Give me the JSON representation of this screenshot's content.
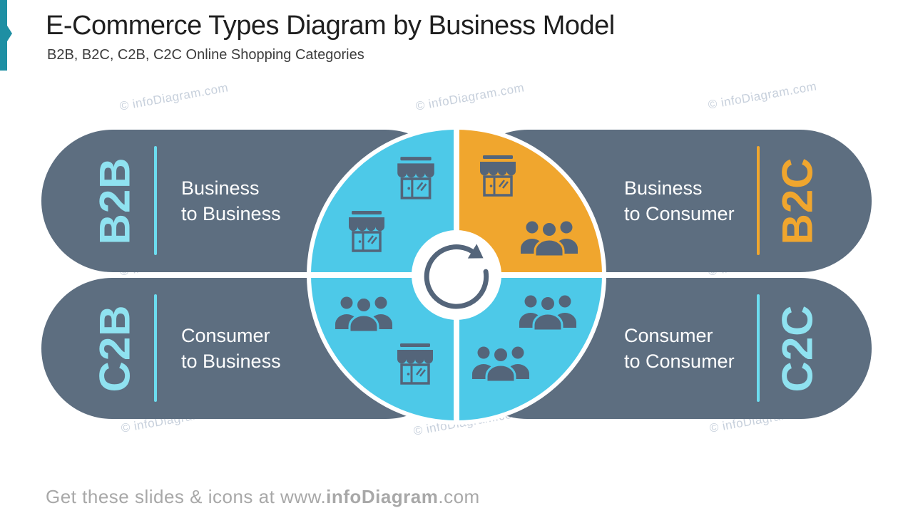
{
  "header": {
    "title": "E-Commerce Types Diagram by Business Model",
    "subtitle": "B2B, B2C, C2B, C2C Online Shopping Categories"
  },
  "watermark": {
    "text": "© infoDiagram.com"
  },
  "pills": {
    "b2b": {
      "tag": "B2B",
      "label": "Business\nto Business"
    },
    "b2c": {
      "tag": "B2C",
      "label": "Business\nto Consumer"
    },
    "c2b": {
      "tag": "C2B",
      "label": "Consumer\nto Business"
    },
    "c2c": {
      "tag": "C2C",
      "label": "Consumer\nto Consumer"
    }
  },
  "icons": {
    "center": "refresh-circular-arrow",
    "store": "storefront-shop",
    "people": "people-group"
  },
  "footer": {
    "prefix": "Get these slides & icons at www.",
    "brand": "infoDiagram",
    "suffix": ".com"
  },
  "colors": {
    "accent_teal": "#1E8FA3",
    "pill_slate": "#5D6E80",
    "cyan_bright": "#4DC9E8",
    "cyan_light": "#8FE2F0",
    "cyan_line": "#6CDCEF",
    "orange": "#F0A62E",
    "icon_slate": "#54657A",
    "watermark_gray": "#C7D0DC",
    "footer_gray": "#A8A8A8",
    "title_dark": "#1F1F1F"
  }
}
